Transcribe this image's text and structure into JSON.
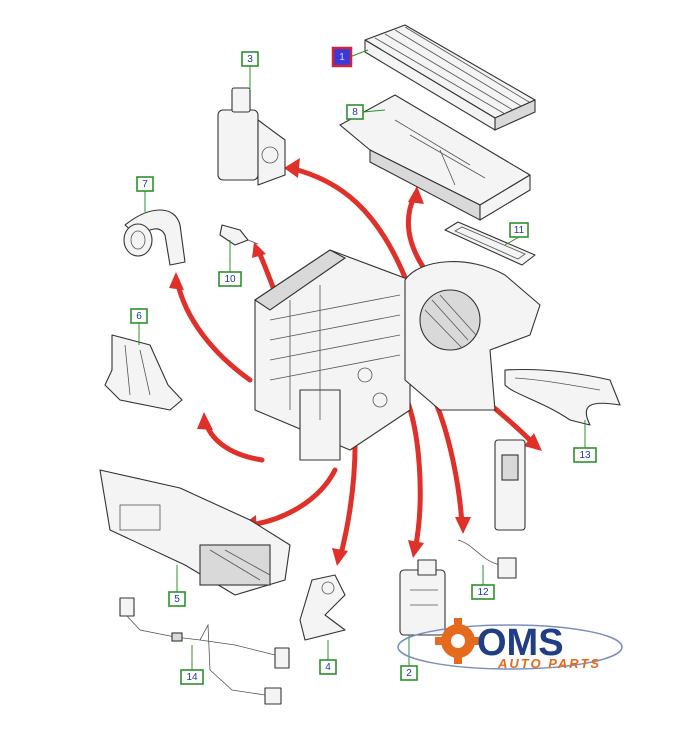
{
  "callouts": [
    {
      "label": "1",
      "highlighted": true
    },
    {
      "label": "2"
    },
    {
      "label": "3"
    },
    {
      "label": "4"
    },
    {
      "label": "5"
    },
    {
      "label": "6"
    },
    {
      "label": "7"
    },
    {
      "label": "8"
    },
    {
      "label": "10"
    },
    {
      "label": "11"
    },
    {
      "label": "12"
    },
    {
      "label": "13"
    },
    {
      "label": "14"
    }
  ],
  "logo": {
    "brand": "OMS",
    "tagline": "AUTO PARTS"
  },
  "colors": {
    "arrow": "#e0302a",
    "callout_border": "#2f8f2f",
    "callout_text": "#1a3aa8",
    "logo_blue": "#1f3e86",
    "logo_orange": "#e56a1e"
  }
}
